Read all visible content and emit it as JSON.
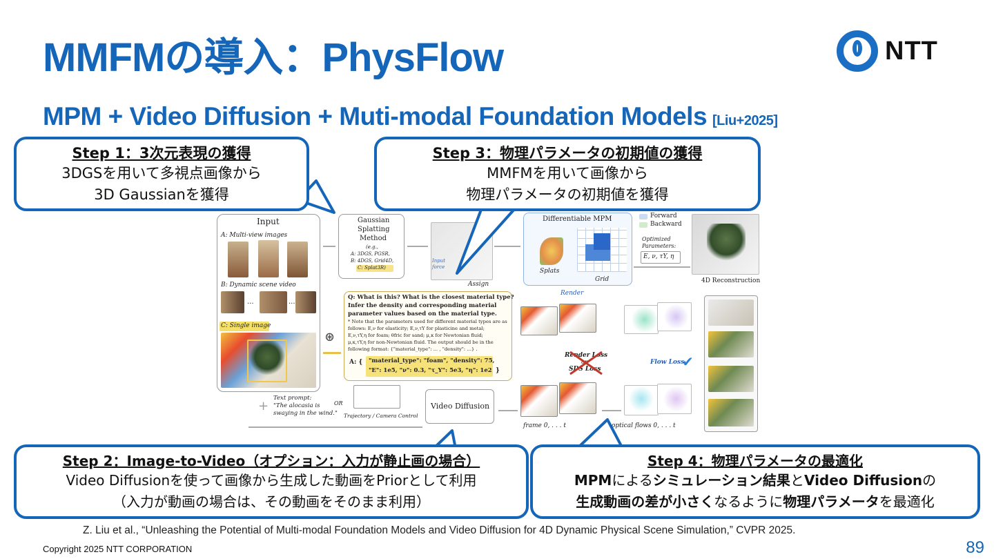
{
  "slide": {
    "title": "MMFMの導入：PhysFlow",
    "subtitle": "MPM + Video Diffusion + Muti-modal Foundation Models",
    "subtitle_cite": "[Liu+2025]",
    "logo_text": "NTT",
    "page_number": "89",
    "copyright": "Copyright 2025 NTT CORPORATION",
    "reference": "Z. Liu et al., “Unleashing the Potential of Multi-modal Foundation Models and Video Diffusion for 4D Dynamic Physical Scene Simulation,” CVPR 2025."
  },
  "steps": {
    "step1": {
      "heading": "Step 1：3次元表現の獲得",
      "line1": "3DGSを用いて多視点画像から",
      "line2": "3D Gaussianを獲得"
    },
    "step2": {
      "heading": "Step 2：Image-to-Video（オプション：入力が静止画の場合）",
      "line1": "Video Diffusionを使って画像から生成した動画をPriorとして利用",
      "line2": "（入力が動画の場合は、その動画をそのまま利用）"
    },
    "step3": {
      "heading": "Step 3：物理パラメータの初期値の獲得",
      "line1": "MMFMを用いて画像から",
      "line2": "物理パラメータの初期値を獲得"
    },
    "step4": {
      "heading": "Step 4：物理パラメータの最適化",
      "l1_a": "MPM",
      "l1_b": "による",
      "l1_c": "シミュレーション結果",
      "l1_d": "と",
      "l1_e": "Video Diffusion",
      "l1_f": "の",
      "l2_a": "生成動画の差が小さく",
      "l2_b": "なるように",
      "l2_c": "物理パラメータ",
      "l2_d": "を最適化"
    }
  },
  "figure": {
    "input_title": "Input",
    "multi_view": "A: Multi-view images",
    "dynamic_video": "B: Dynamic scene video",
    "single_image": "C: Single image",
    "gs_title1": "Gaussian",
    "gs_title2": "Splatting",
    "gs_title3": "Method",
    "gs_eg": "(e.g.,",
    "gs_a": "A: 3DGS, PGSR,",
    "gs_b": "B: 4DGS, Grid4D,",
    "gs_c": "C: Splat3R)",
    "input_force1": "Input",
    "input_force2": "force",
    "assign": "Assign",
    "mpm_title": "Differentiable MPM",
    "splats": "Splats",
    "grid": "Grid",
    "forward": "Forward",
    "backward": "Backward",
    "optimized1": "Optimized",
    "optimized2": "Parameters:",
    "params": "E, ν, τY, η",
    "recon": "4D Reconstruction",
    "q_line1": "Q: What is this? What is the closest material type?",
    "q_line2": "Infer the density and corresponding material",
    "q_line3": "parameter values based on the material type.",
    "note1": "* Note that the parameters used for different material types are as",
    "note2": "follows: E,ν for elasticity; E,ν,τY for plasticine and metal;",
    "note3": "E,ν,τY,η for foam; θfric for sand; μ,κ for Newtonian fluid;",
    "note4": "μ,κ,τY,η for non-Newtonian fluid. The output should be in the",
    "note5": "following format: {\"material_type\": ... , \"density\": ...} .",
    "answer_prefix": "A: {",
    "answer1": "\"material_type\": \"foam\", \"density\": 75,",
    "answer2": "\"E\": 1e5, \"ν\": 0.3, \"τ_Y\": 5e3, \"η\": 1e2",
    "answer_suffix": "}",
    "render": "Render",
    "render_loss": "Render Loss",
    "or": "or",
    "sds_loss": "SDS Loss",
    "flow_loss": "Flow Loss",
    "text_prompt1": "Text prompt:",
    "text_prompt2": "\"The alocasia is",
    "text_prompt3": "swaying in the wind.\"",
    "or2": "OR",
    "trajectory": "Trajectory / Camera Control",
    "video_diffusion": "Video Diffusion",
    "frame": "frame 0,      . . .      t",
    "flows": "optical flows 0,     . . .     t"
  },
  "colors": {
    "brand_blue": "#1565b8",
    "answer_yellow": "#f7e27a",
    "loss_red": "#c0392b"
  }
}
